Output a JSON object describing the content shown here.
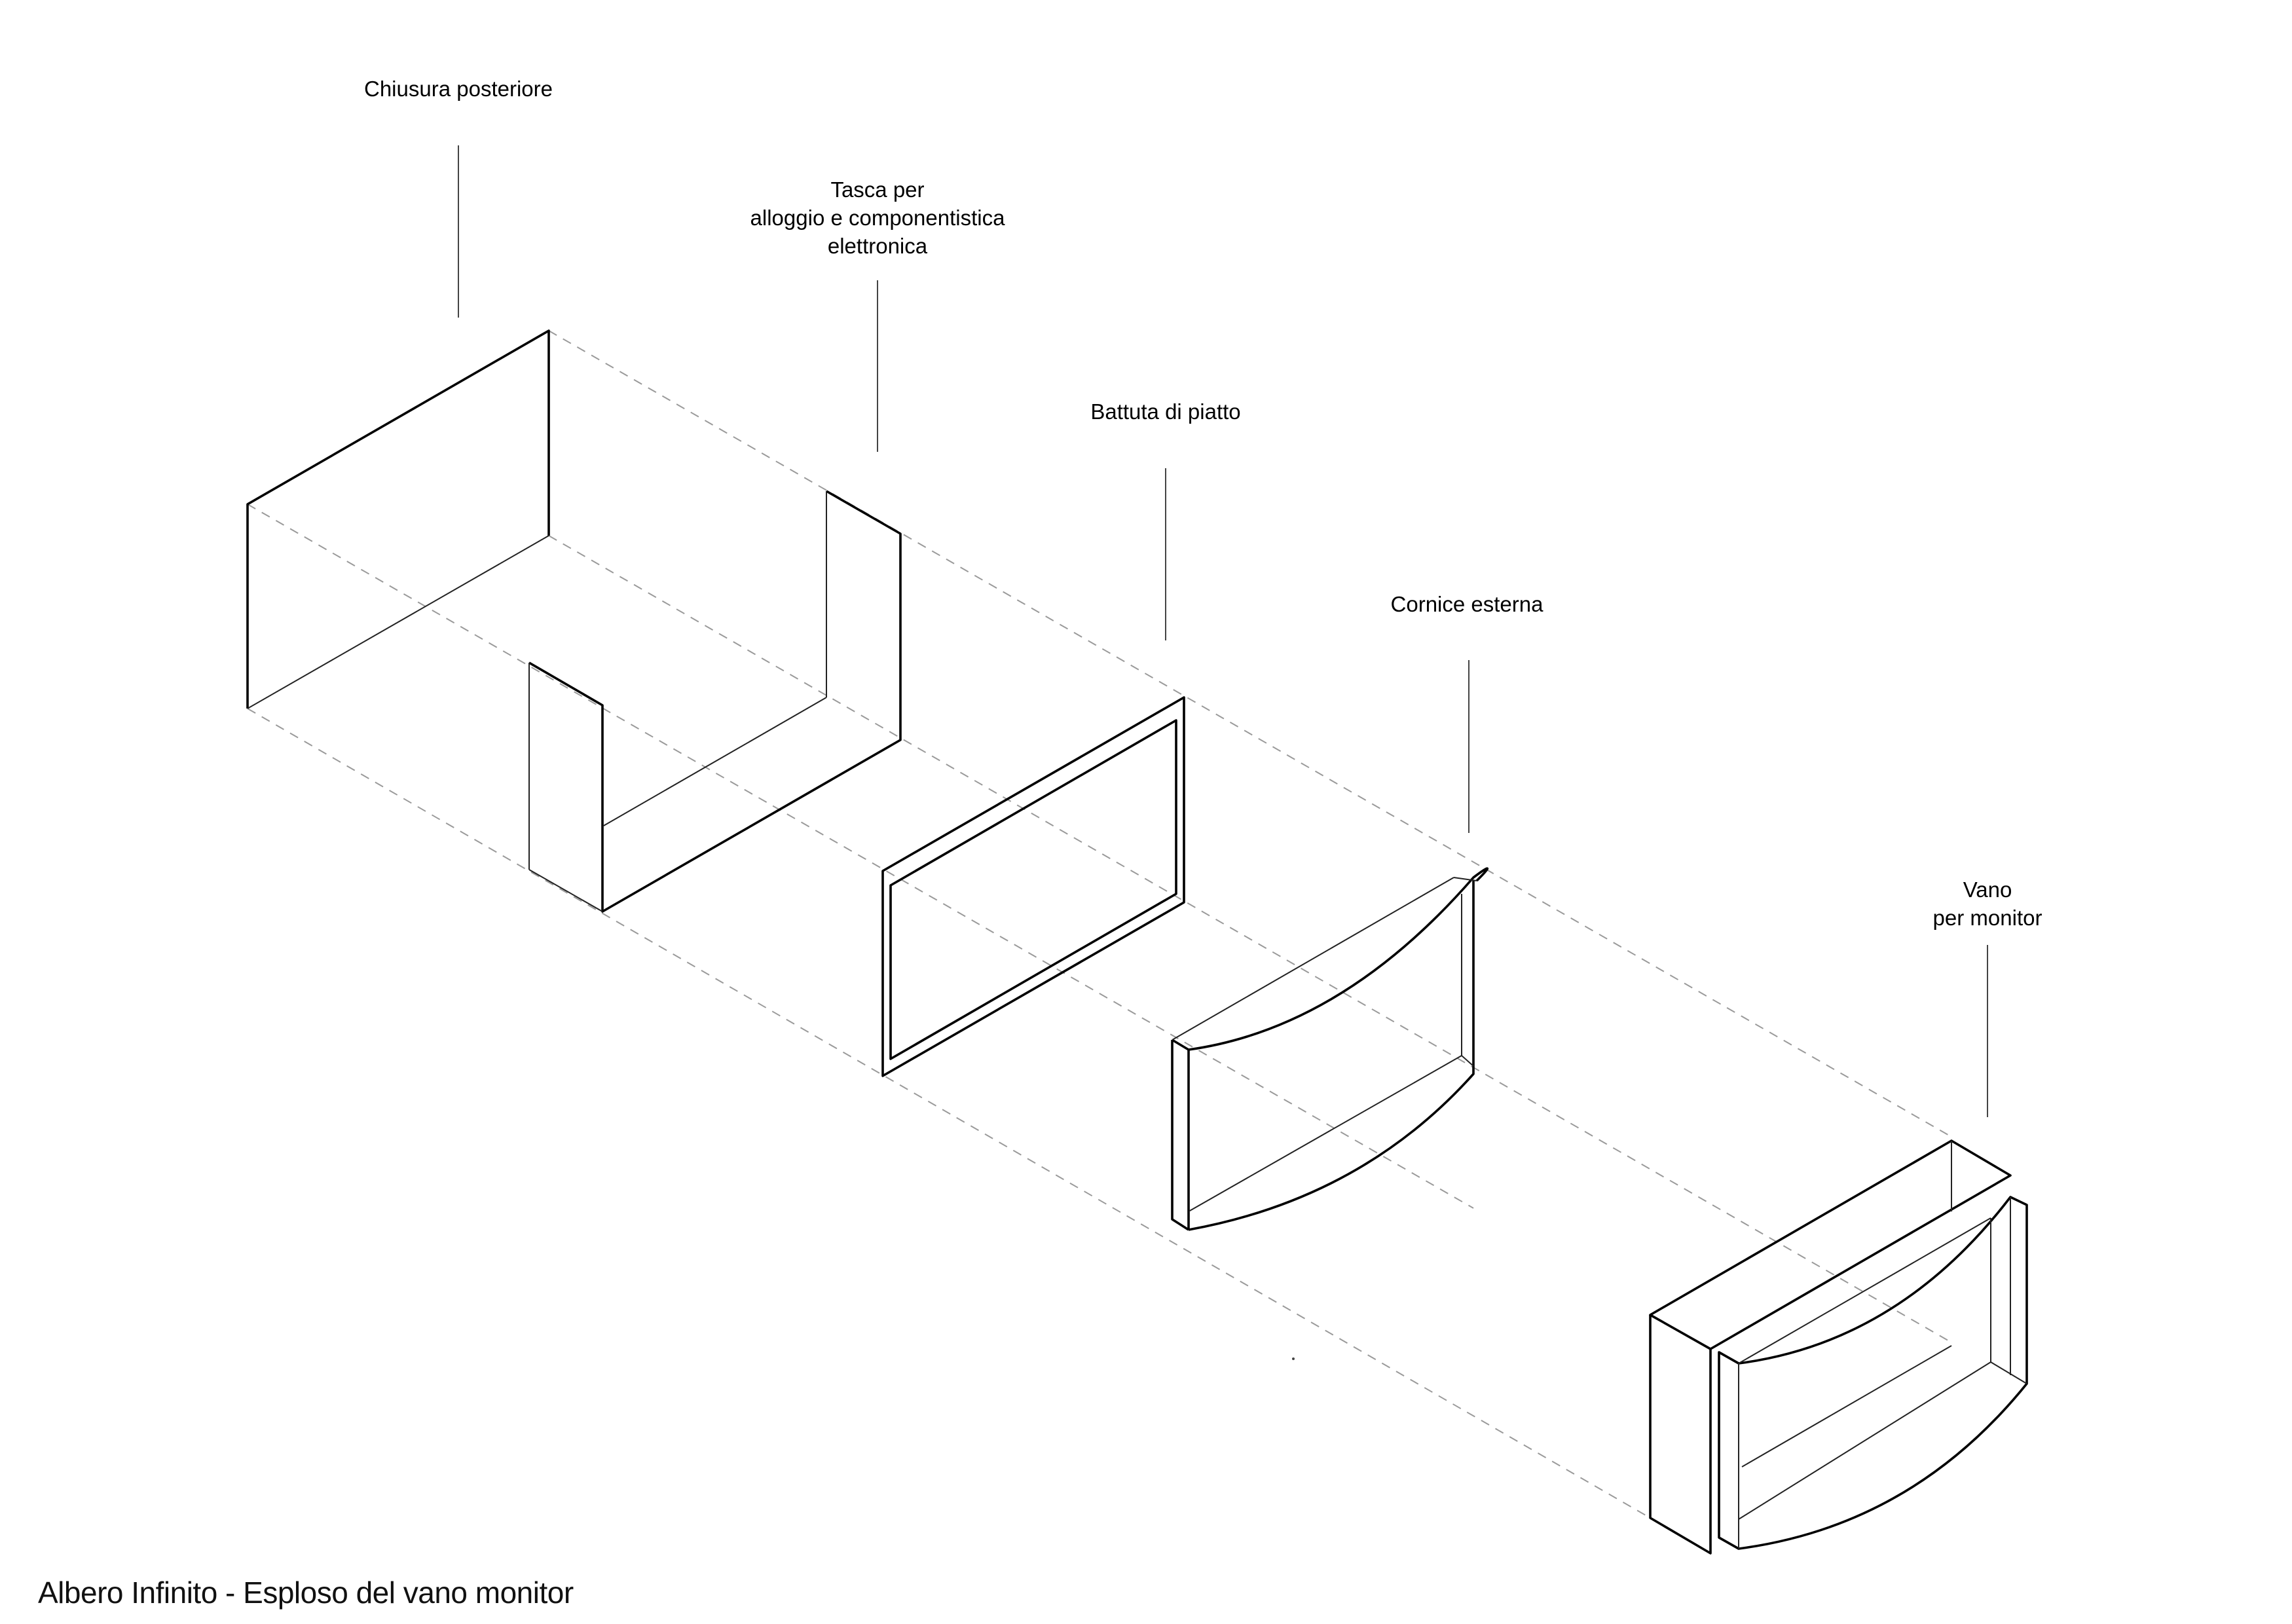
{
  "caption": "Albero Infinito - Esploso del vano monitor",
  "labels": {
    "chiusura": [
      "Chiusura posteriore"
    ],
    "tasca": [
      "Tasca per",
      "alloggio e componentistica",
      "elettronica"
    ],
    "battuta": [
      "Battuta di piatto"
    ],
    "cornice": [
      "Cornice esterna"
    ],
    "vano": [
      "Vano",
      "per monitor"
    ]
  },
  "colors": {
    "ink": "#000000",
    "guide": "#9a9a9a",
    "background": "#ffffff"
  }
}
